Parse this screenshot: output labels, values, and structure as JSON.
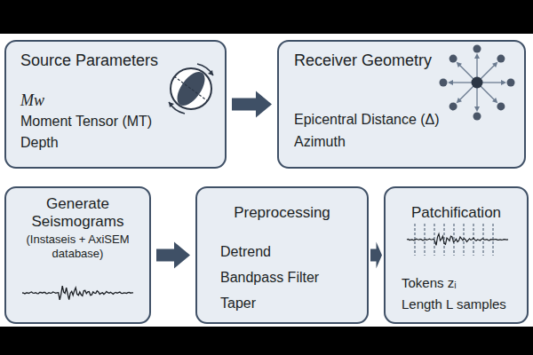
{
  "diagram": {
    "nodes": [
      {
        "text": [
          "Source Parameters",
          "Mw",
          "Moment Tensor (MT)",
          "Depth"
        ]
      },
      {
        "text": [
          "Receiver Geometry",
          "Epicentral Distance (Δ)",
          "Azimuth"
        ]
      },
      {
        "text": [
          "Generate Seismograms",
          "(Instaseis + AxiSEM database)"
        ]
      },
      {
        "text": [
          "Preprocessing",
          "Detrend",
          "Bandpass Filter",
          "Taper"
        ]
      },
      {
        "text": [
          "Patchification",
          "Tokens zᵢ",
          "Length L samples"
        ]
      }
    ],
    "edges": [
      {
        "from": 0,
        "to": 1,
        "arrow": "to"
      },
      {
        "from": 2,
        "to": 3,
        "arrow": "to"
      },
      {
        "from": 3,
        "to": 4,
        "arrow": "to"
      }
    ]
  }
}
